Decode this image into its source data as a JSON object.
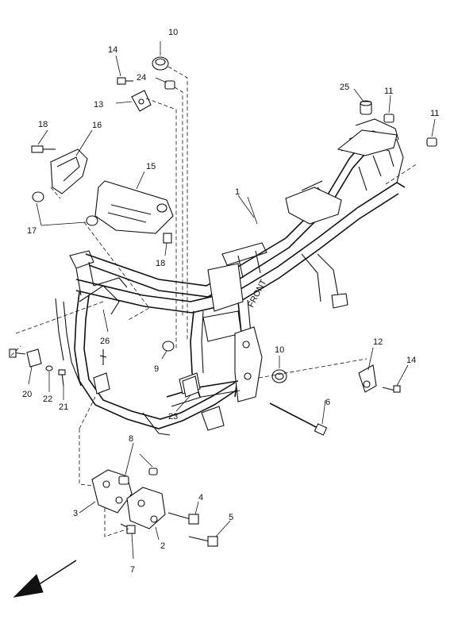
{
  "diagram": {
    "callouts": [
      {
        "id": "c1",
        "text": "1"
      },
      {
        "id": "c2",
        "text": "2"
      },
      {
        "id": "c3",
        "text": "3"
      },
      {
        "id": "c4",
        "text": "4"
      },
      {
        "id": "c5",
        "text": "5"
      },
      {
        "id": "c6",
        "text": "6"
      },
      {
        "id": "c7",
        "text": "7"
      },
      {
        "id": "c8",
        "text": "8"
      },
      {
        "id": "c9",
        "text": "9"
      },
      {
        "id": "c10a",
        "text": "10"
      },
      {
        "id": "c10b",
        "text": "10"
      },
      {
        "id": "c11a",
        "text": "11"
      },
      {
        "id": "c11b",
        "text": "11"
      },
      {
        "id": "c12",
        "text": "12"
      },
      {
        "id": "c13",
        "text": "13"
      },
      {
        "id": "c14a",
        "text": "14"
      },
      {
        "id": "c14b",
        "text": "14"
      },
      {
        "id": "c15",
        "text": "15"
      },
      {
        "id": "c16",
        "text": "16"
      },
      {
        "id": "c17",
        "text": "17"
      },
      {
        "id": "c18a",
        "text": "18"
      },
      {
        "id": "c18b",
        "text": "18"
      },
      {
        "id": "c20",
        "text": "20"
      },
      {
        "id": "c21",
        "text": "21"
      },
      {
        "id": "c22",
        "text": "22"
      },
      {
        "id": "c23",
        "text": "23"
      },
      {
        "id": "c24",
        "text": "24"
      },
      {
        "id": "c25",
        "text": "25"
      },
      {
        "id": "c26",
        "text": "26"
      }
    ],
    "frame_markings": [
      "FRONT"
    ]
  }
}
